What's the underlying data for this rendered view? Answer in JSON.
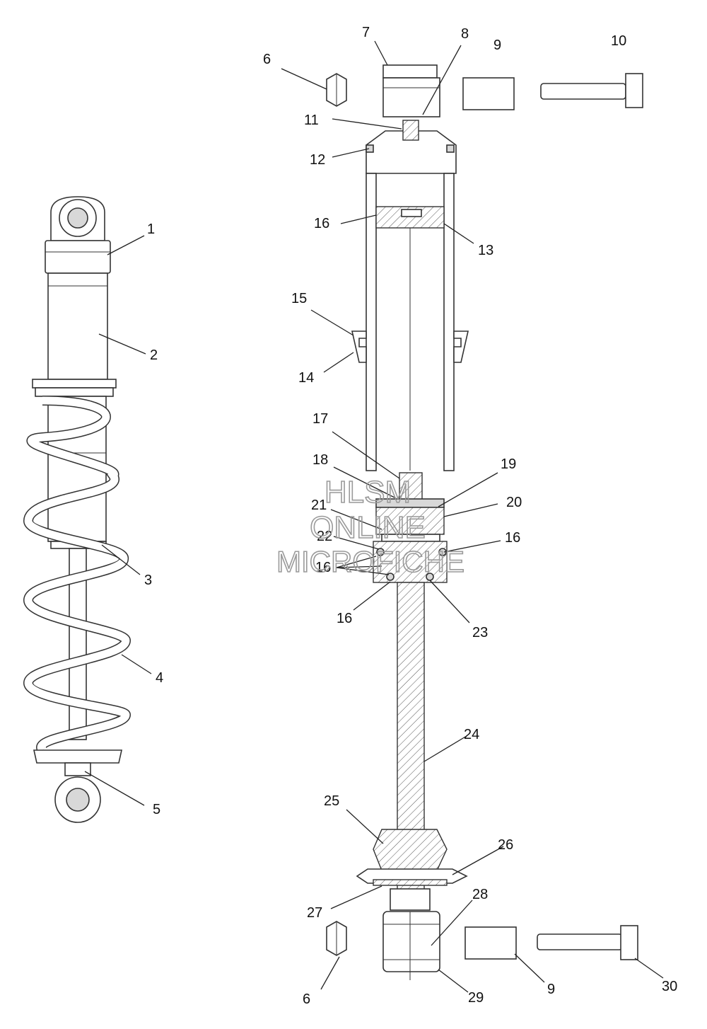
{
  "callouts": [
    {
      "id": "c1",
      "label": "1"
    },
    {
      "id": "c2",
      "label": "2"
    },
    {
      "id": "c3",
      "label": "3"
    },
    {
      "id": "c4",
      "label": "4"
    },
    {
      "id": "c5",
      "label": "5"
    },
    {
      "id": "c6a",
      "label": "6"
    },
    {
      "id": "c6b",
      "label": "6"
    },
    {
      "id": "c7",
      "label": "7"
    },
    {
      "id": "c8",
      "label": "8"
    },
    {
      "id": "c9a",
      "label": "9"
    },
    {
      "id": "c9b",
      "label": "9"
    },
    {
      "id": "c10",
      "label": "10"
    },
    {
      "id": "c11",
      "label": "11"
    },
    {
      "id": "c12",
      "label": "12"
    },
    {
      "id": "c13",
      "label": "13"
    },
    {
      "id": "c14",
      "label": "14"
    },
    {
      "id": "c15",
      "label": "15"
    },
    {
      "id": "c16a",
      "label": "16"
    },
    {
      "id": "c16b",
      "label": "16"
    },
    {
      "id": "c16c",
      "label": "16"
    },
    {
      "id": "c16d",
      "label": "16"
    },
    {
      "id": "c17",
      "label": "17"
    },
    {
      "id": "c18",
      "label": "18"
    },
    {
      "id": "c19",
      "label": "19"
    },
    {
      "id": "c20",
      "label": "20"
    },
    {
      "id": "c21",
      "label": "21"
    },
    {
      "id": "c22",
      "label": "22"
    },
    {
      "id": "c23",
      "label": "23"
    },
    {
      "id": "c24",
      "label": "24"
    },
    {
      "id": "c25",
      "label": "25"
    },
    {
      "id": "c26",
      "label": "26"
    },
    {
      "id": "c27",
      "label": "27"
    },
    {
      "id": "c28",
      "label": "28"
    },
    {
      "id": "c29",
      "label": "29"
    },
    {
      "id": "c30",
      "label": "30"
    }
  ],
  "watermark": {
    "line1": "HLSM",
    "line2": "ONLINE",
    "line3": "MICROFICHE"
  }
}
